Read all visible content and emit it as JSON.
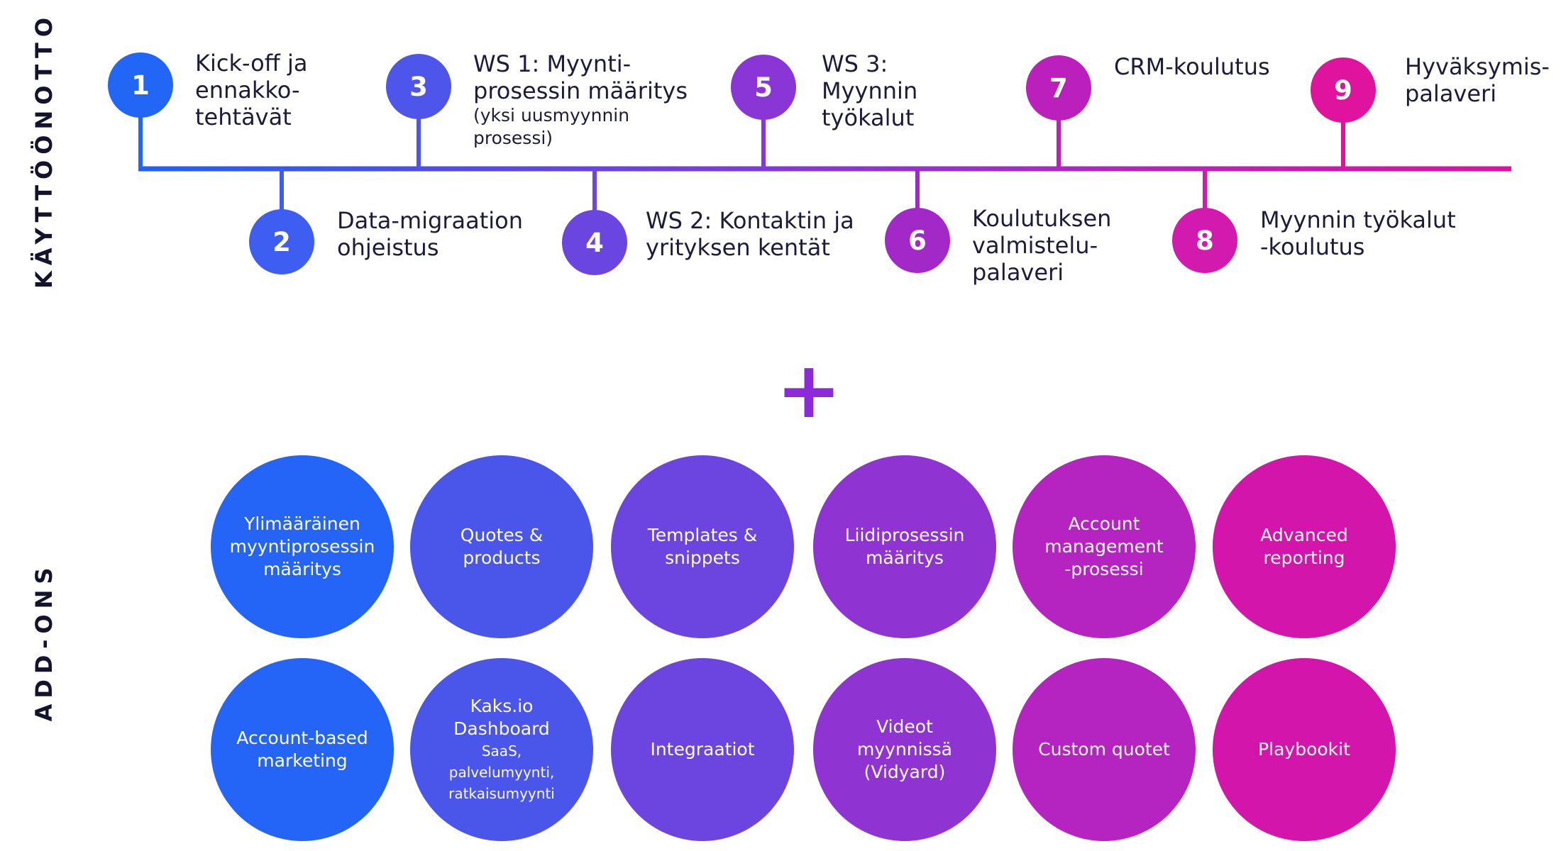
{
  "section_labels": {
    "top": "KÄYTTÖÖNOTTO",
    "bottom": "ADD-ONS"
  },
  "colors": {
    "start": "#2060f7",
    "end": "#e0119f",
    "plus": "#8b2ad6",
    "text": "#1c1b3a"
  },
  "timeline": {
    "steps": [
      {
        "number": "1",
        "label": "Kick-off ja\nennakko-\ntehtävät",
        "note": "",
        "color": "#2266f5"
      },
      {
        "number": "2",
        "label": "Data-migraation\nohjeistus",
        "note": "",
        "color": "#3d5ef0"
      },
      {
        "number": "3",
        "label": "WS 1: Myynti-\nprosessin määritys",
        "note": "(yksi uusmyynnin\nprosessi)",
        "color": "#4d55ea"
      },
      {
        "number": "4",
        "label": "WS 2: Kontaktin ja\nyrityksen kentät",
        "note": "",
        "color": "#6b45e0"
      },
      {
        "number": "5",
        "label": "WS 3:\nMyynnin\ntyökalut",
        "note": "",
        "color": "#8a35d6"
      },
      {
        "number": "6",
        "label": "Koulutuksen\nvalmistelu-\npalaveri",
        "note": "",
        "color": "#a328c8"
      },
      {
        "number": "7",
        "label": "CRM-koulutus",
        "note": "",
        "color": "#bc20bc"
      },
      {
        "number": "8",
        "label": "Myynnin työkalut\n-koulutus",
        "note": "",
        "color": "#d31aae"
      },
      {
        "number": "9",
        "label": "Hyväksymis-\npalaveri",
        "note": "",
        "color": "#e0139f"
      }
    ]
  },
  "plus": "+",
  "addons": {
    "row1": [
      {
        "label": "Ylimääräinen\nmyyntiprosessin\nmääritys",
        "sub": "",
        "color": "#2464f6"
      },
      {
        "label": "Quotes &\nproducts",
        "sub": "",
        "color": "#4a55ea"
      },
      {
        "label": "Templates &\nsnippets",
        "sub": "",
        "color": "#6c44df"
      },
      {
        "label": "Liidiprosessin\nmääritys",
        "sub": "",
        "color": "#8f33d3"
      },
      {
        "label": "Account\nmanagement\n-prosessi",
        "sub": "",
        "color": "#b523c0"
      },
      {
        "label": "Advanced\nreporting",
        "sub": "",
        "color": "#d415ab"
      }
    ],
    "row2": [
      {
        "label": "Account-based\nmarketing",
        "sub": "",
        "color": "#2464f6"
      },
      {
        "label": "Kaks.io\nDashboard",
        "sub": "SaaS,\npalvelumyynti,\nratkaisumyynti",
        "color": "#4a55ea"
      },
      {
        "label": "Integraatiot",
        "sub": "",
        "color": "#6c44df"
      },
      {
        "label": "Videot\nmyynnissä\n(Vidyard)",
        "sub": "",
        "color": "#8f33d3"
      },
      {
        "label": "Custom quotet",
        "sub": "",
        "color": "#b523c0"
      },
      {
        "label": "Playbookit",
        "sub": "",
        "color": "#d415ab"
      }
    ]
  }
}
